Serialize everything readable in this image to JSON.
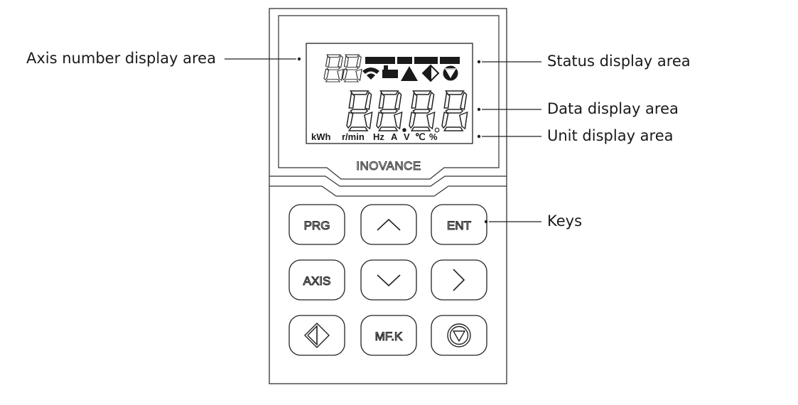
{
  "callouts": {
    "axis": "Axis number display area",
    "status": "Status display area",
    "data": "Data display area",
    "unit": "Unit display area",
    "keys": "Keys"
  },
  "brand": "INOVANCE",
  "units": [
    "kWh",
    "r/min",
    "Hz",
    "A",
    "V",
    "℃",
    "%"
  ],
  "keys": {
    "prg": "PRG",
    "ent": "ENT",
    "axis": "AXIS",
    "mfk": "MF.K"
  },
  "icons": [
    "up-arrow-icon",
    "down-arrow-icon",
    "right-arrow-icon",
    "run-icon",
    "stop-icon"
  ]
}
